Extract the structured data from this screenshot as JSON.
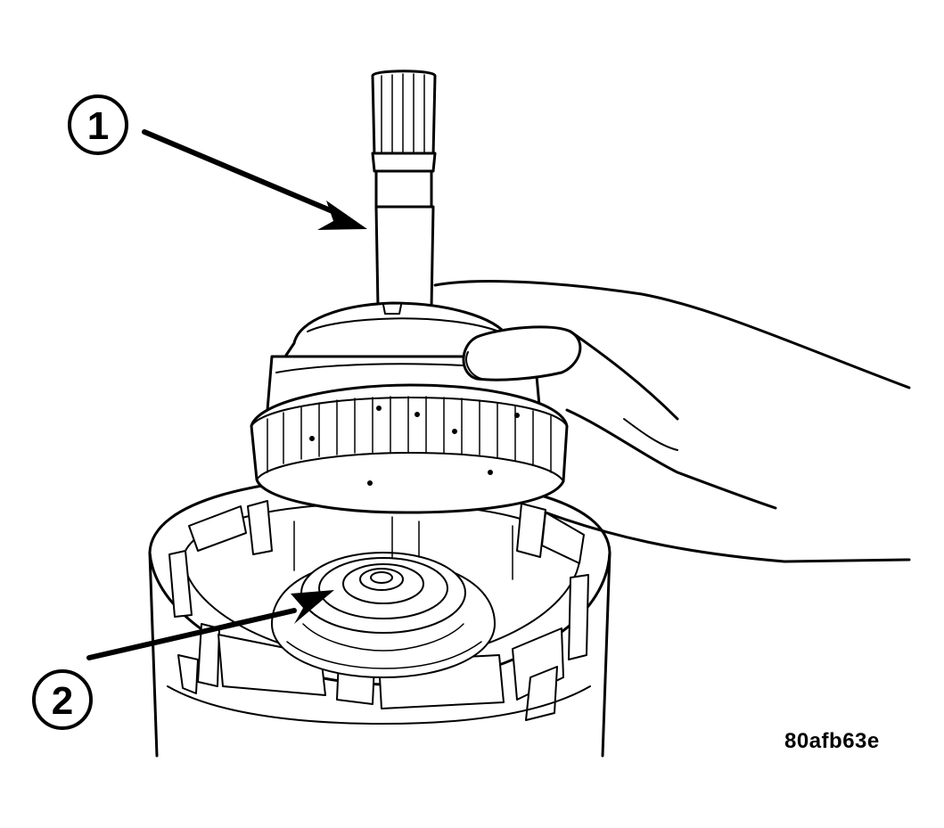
{
  "callouts": [
    {
      "label": "1"
    },
    {
      "label": "2"
    }
  ],
  "figure_code": "80afb63e",
  "colors": {
    "line": "#000000",
    "background": "#ffffff"
  }
}
